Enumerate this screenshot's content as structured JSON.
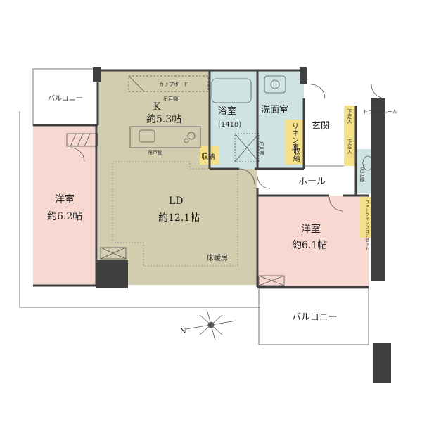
{
  "rooms": {
    "balcony_top_left": "バルコニー",
    "western_left_name": "洋室",
    "western_left_size": "約6.2帖",
    "kitchen_name": "K",
    "kitchen_size": "約5.3帖",
    "cupboard": "カップボード",
    "hanging_shelf": "吊戸棚",
    "bath_name": "浴室",
    "bath_size": "(1418)",
    "washroom": "洗面室",
    "linen_closet": "リネン庫",
    "storage": "収納",
    "entrance": "玄関",
    "hall": "ホール",
    "shoe_rack_1": "下足入",
    "shoe_rack_2": "下足入",
    "trunk_room": "トランクルーム",
    "ld_name": "LD",
    "ld_size": "約12.1帖",
    "floor_heating": "床暖房",
    "western_right_name": "洋室",
    "western_right_size": "約6.1帖",
    "walk_in_closet": "ウォークインクローゼット",
    "balcony_bottom": "バルコニー",
    "north_mark": "N"
  },
  "colors": {
    "western_room": "#f7d9d2",
    "ld_kitchen": "#d3cdb0",
    "wet_area": "#cfe3e3",
    "storage": "#f4e08a",
    "wall": "#404040"
  }
}
